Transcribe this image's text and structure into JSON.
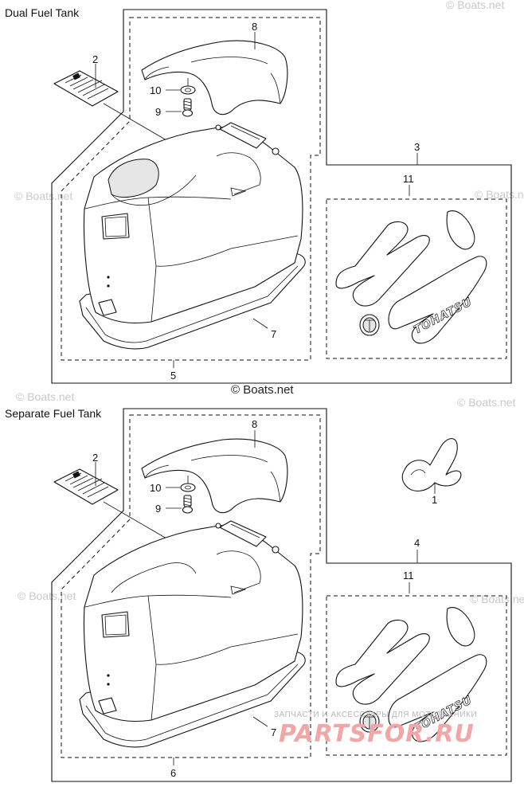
{
  "sections": [
    {
      "title": "Dual Fuel Tank",
      "callouts": {
        "c2": "2",
        "c8": "8",
        "c10": "10",
        "c9": "9",
        "c3": "3",
        "c11": "11",
        "c7": "7",
        "c5": "5"
      }
    },
    {
      "title": "Separate Fuel Tank",
      "callouts": {
        "c2": "2",
        "c8": "8",
        "c10": "10",
        "c9": "9",
        "c1": "1",
        "c4": "4",
        "c11": "11",
        "c7": "7",
        "c6": "6"
      }
    }
  ],
  "decal_brand_text": "TOHATSU",
  "watermarks": {
    "main": "© Boats.net",
    "faint": "© Boats.net"
  },
  "shop": {
    "tagline": "ЗАПЧАСТИ И АКСЕССУАРЫ ДЛЯ МОТОТЕХНИКИ",
    "logo": "PARTSFOR.RU"
  }
}
